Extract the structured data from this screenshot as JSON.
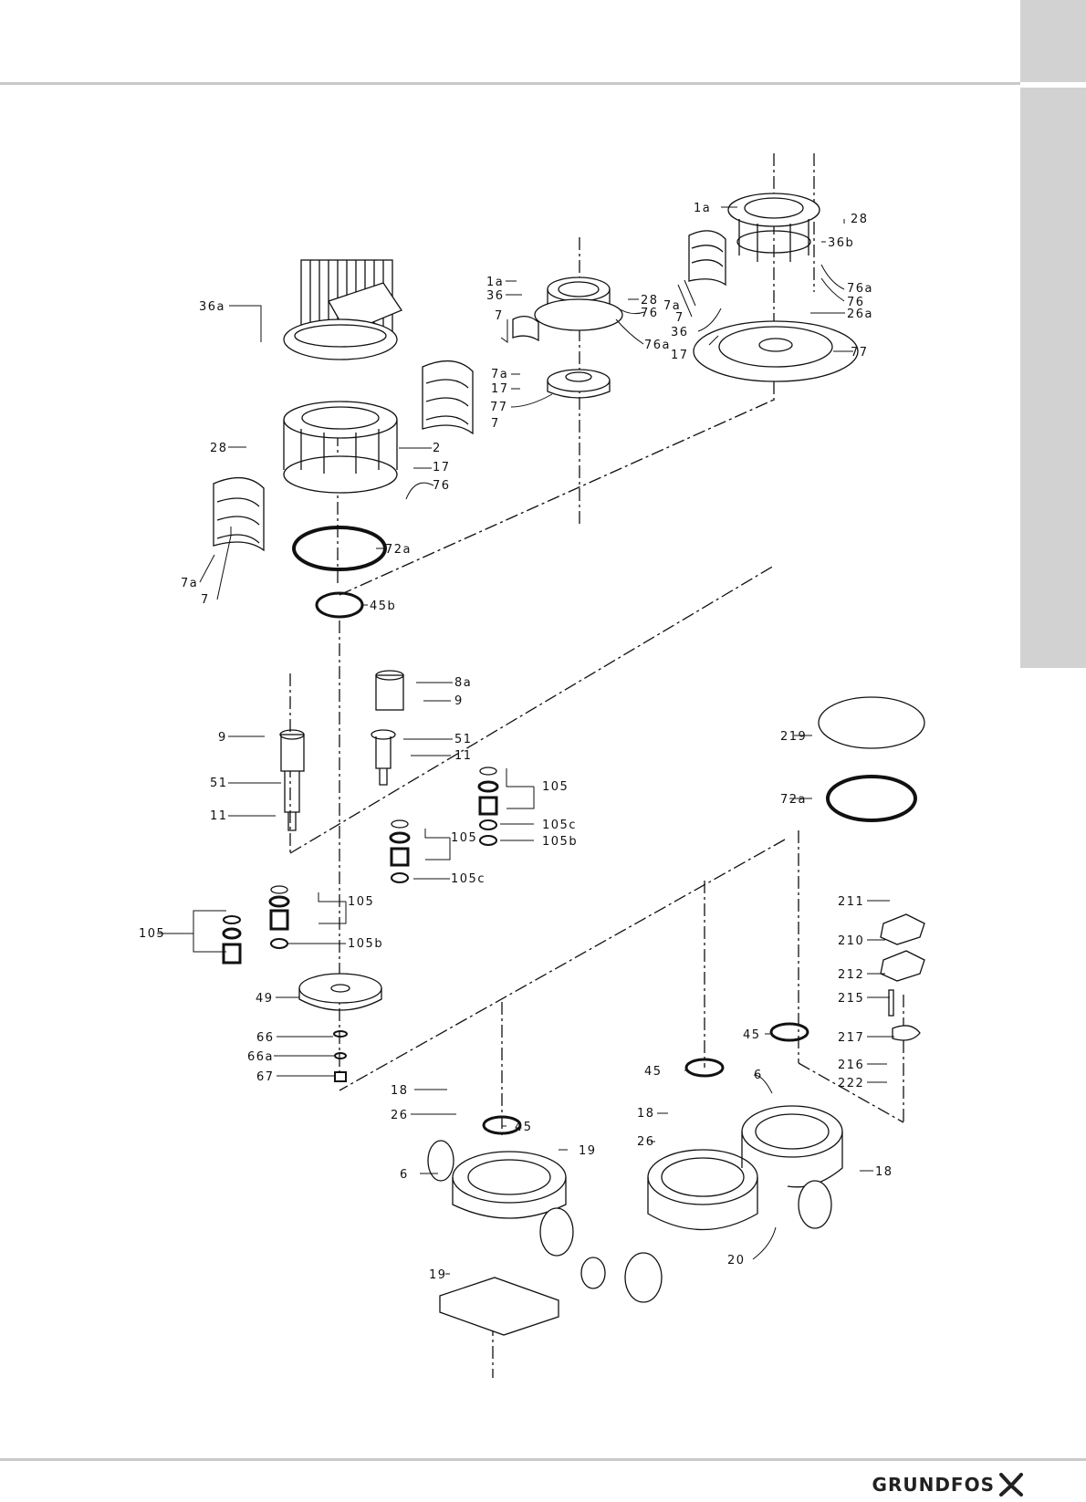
{
  "brand": {
    "logo_text": "GRUNDFOS"
  },
  "part_labels": [
    "1a",
    "28",
    "36b",
    "76a",
    "76",
    "26a",
    "77",
    "17",
    "36",
    "7a",
    "7",
    "1a",
    "36",
    "28",
    "76",
    "76a",
    "7",
    "7a",
    "17",
    "77",
    "36a",
    "7",
    "28",
    "2",
    "17",
    "76",
    "72a",
    "7a",
    "7",
    "45b",
    "8a",
    "9",
    "9",
    "51",
    "11",
    "51",
    "11",
    "105",
    "105c",
    "105b",
    "105",
    "105c",
    "105",
    "105b",
    "105",
    "49",
    "66",
    "66a",
    "67",
    "219",
    "72a",
    "211",
    "210",
    "212",
    "215",
    "217",
    "216",
    "222",
    "45",
    "18",
    "26",
    "45",
    "19",
    "6",
    "19",
    "45",
    "6",
    "18",
    "26",
    "18",
    "20"
  ]
}
